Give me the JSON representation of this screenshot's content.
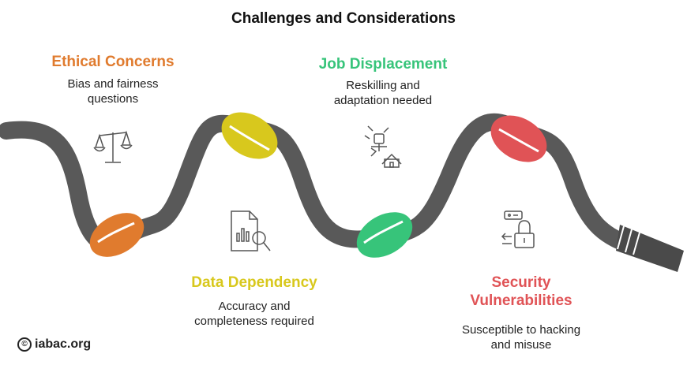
{
  "title": "Challenges and Considerations",
  "colors": {
    "rope": "#595959",
    "ethical": "#E07B2E",
    "data": "#D8C81D",
    "job": "#37C47A",
    "security": "#E05356"
  },
  "items": [
    {
      "title": "Ethical Concerns",
      "desc_line1": "Bias and fairness",
      "desc_line2": "questions",
      "icon": "scales-icon"
    },
    {
      "title": "Data Dependency",
      "desc_line1": "Accuracy and",
      "desc_line2": "completeness required",
      "icon": "document-search-icon"
    },
    {
      "title": "Job Displacement",
      "desc_line1": "Reskilling and",
      "desc_line2": "adaptation needed",
      "icon": "robot-house-icon"
    },
    {
      "title": "Security",
      "title_line2": "Vulnerabilities",
      "desc_line1": "Susceptible to hacking",
      "desc_line2": "and misuse",
      "icon": "lock-icon"
    }
  ],
  "brand": {
    "name": "iabac.org",
    "symbol": "©"
  }
}
